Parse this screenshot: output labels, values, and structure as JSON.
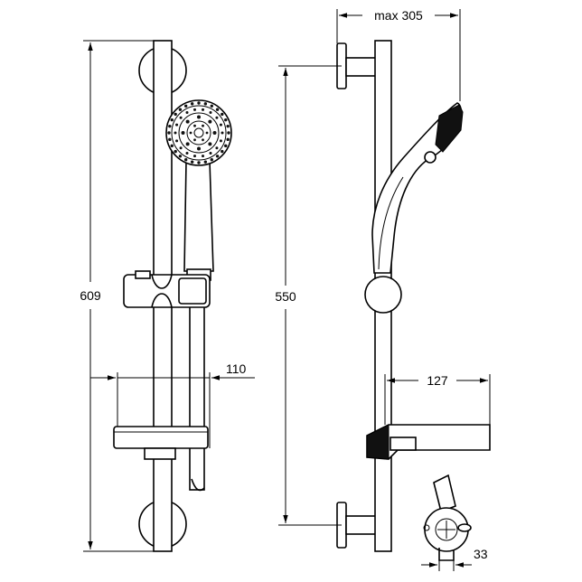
{
  "dimensions": {
    "total_height": "609",
    "rail_height": "550",
    "shelf_depth": "110",
    "max_reach": "max 305",
    "shelf_width": "127",
    "diameter": "33"
  }
}
